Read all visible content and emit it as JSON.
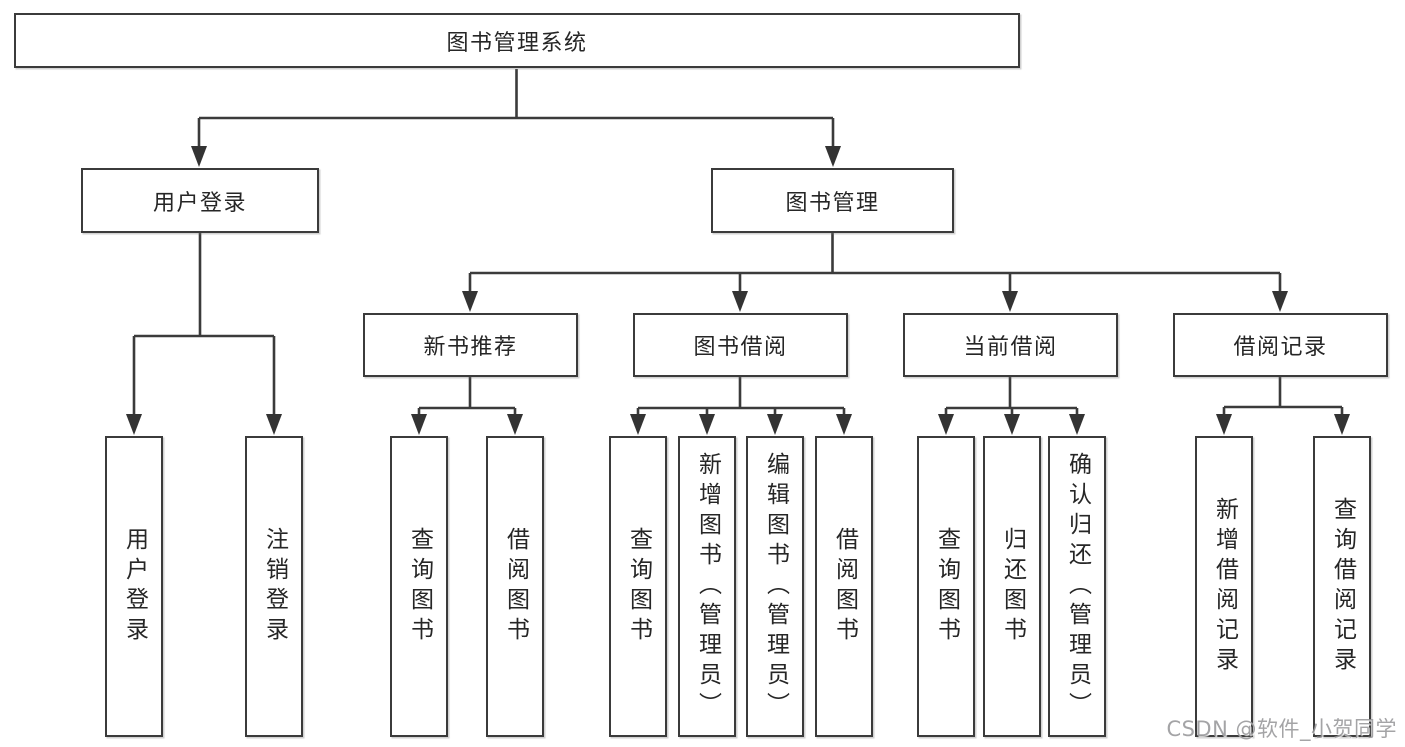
{
  "diagram": {
    "watermark": "CSDN @软件_小贺同学",
    "colors": {
      "line": "#3b3b3b",
      "box_border": "#3b3b3b",
      "box_fill": "#ffffff",
      "text": "#262626",
      "watermark": "#949496"
    },
    "tree": {
      "label": "图书管理系统",
      "children": [
        {
          "label": "用户登录",
          "children": [
            {
              "label": "用户登录"
            },
            {
              "label": "注销登录"
            }
          ]
        },
        {
          "label": "图书管理",
          "children": [
            {
              "label": "新书推荐",
              "children": [
                {
                  "label": "查询图书"
                },
                {
                  "label": "借阅图书"
                }
              ]
            },
            {
              "label": "图书借阅",
              "children": [
                {
                  "label": "查询图书"
                },
                {
                  "label": "新增图书（管理员）"
                },
                {
                  "label": "编辑图书（管理员）"
                },
                {
                  "label": "借阅图书"
                }
              ]
            },
            {
              "label": "当前借阅",
              "children": [
                {
                  "label": "查询图书"
                },
                {
                  "label": "归还图书"
                },
                {
                  "label": "确认归还（管理员）"
                }
              ]
            },
            {
              "label": "借阅记录",
              "children": [
                {
                  "label": "新增借阅记录"
                },
                {
                  "label": "查询借阅记录"
                }
              ]
            }
          ]
        }
      ]
    }
  }
}
